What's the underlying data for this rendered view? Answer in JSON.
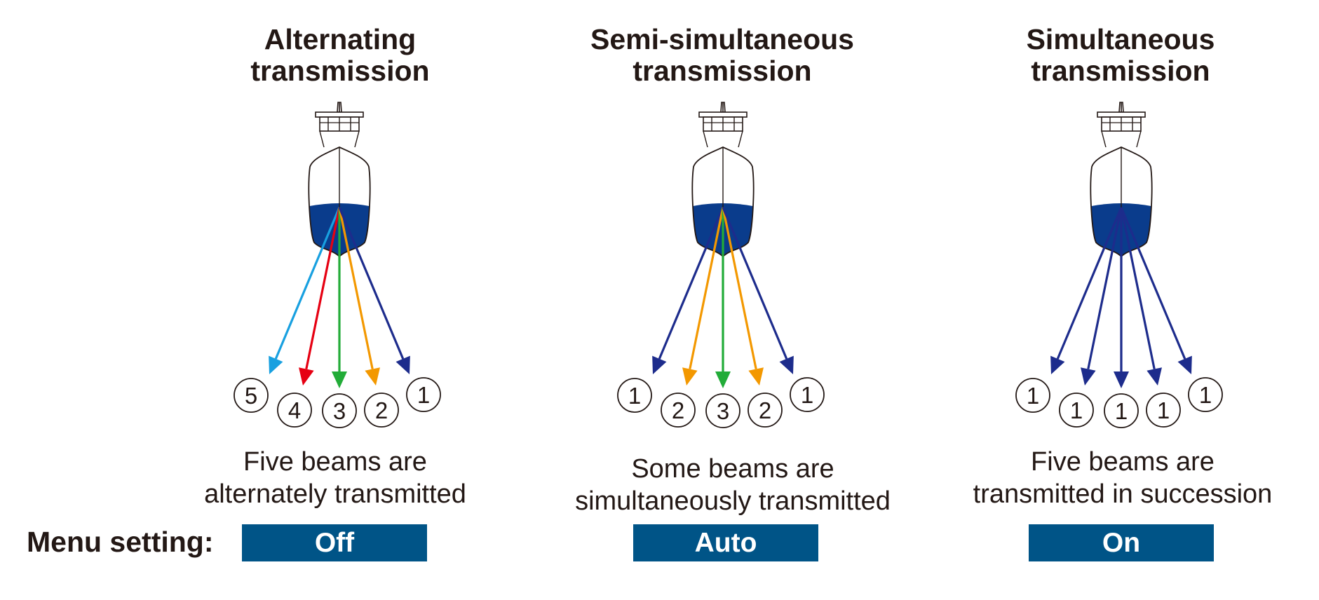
{
  "colors": {
    "hull_blue": "#0a3c8c",
    "setting_box": "#005487",
    "beam_sky": "#18a0e0",
    "beam_red": "#e60012",
    "beam_green": "#22ac38",
    "beam_orange": "#f39800",
    "beam_navy": "#1d2c8c"
  },
  "panels": [
    {
      "title_line1": "Alternating",
      "title_line2": "transmission",
      "description_line1": "Five beams are",
      "description_line2": "alternately transmitted",
      "setting": "Off",
      "beams": [
        {
          "label": "5",
          "color": "#18a0e0"
        },
        {
          "label": "4",
          "color": "#e60012"
        },
        {
          "label": "3",
          "color": "#22ac38"
        },
        {
          "label": "2",
          "color": "#f39800"
        },
        {
          "label": "1",
          "color": "#1d2c8c"
        }
      ]
    },
    {
      "title_line1": "Semi-simultaneous",
      "title_line2": "transmission",
      "description_line1": "Some beams are",
      "description_line2": "simultaneously transmitted",
      "setting": "Auto",
      "beams": [
        {
          "label": "1",
          "color": "#1d2c8c"
        },
        {
          "label": "2",
          "color": "#f39800"
        },
        {
          "label": "3",
          "color": "#22ac38"
        },
        {
          "label": "2",
          "color": "#f39800"
        },
        {
          "label": "1",
          "color": "#1d2c8c"
        }
      ]
    },
    {
      "title_line1": "Simultaneous",
      "title_line2": "transmission",
      "description_line1": "Five beams are",
      "description_line2": "transmitted in succession",
      "setting": "On",
      "beams": [
        {
          "label": "1",
          "color": "#1d2c8c"
        },
        {
          "label": "1",
          "color": "#1d2c8c"
        },
        {
          "label": "1",
          "color": "#1d2c8c"
        },
        {
          "label": "1",
          "color": "#1d2c8c"
        },
        {
          "label": "1",
          "color": "#1d2c8c"
        }
      ]
    }
  ],
  "menu_label": "Menu setting:"
}
